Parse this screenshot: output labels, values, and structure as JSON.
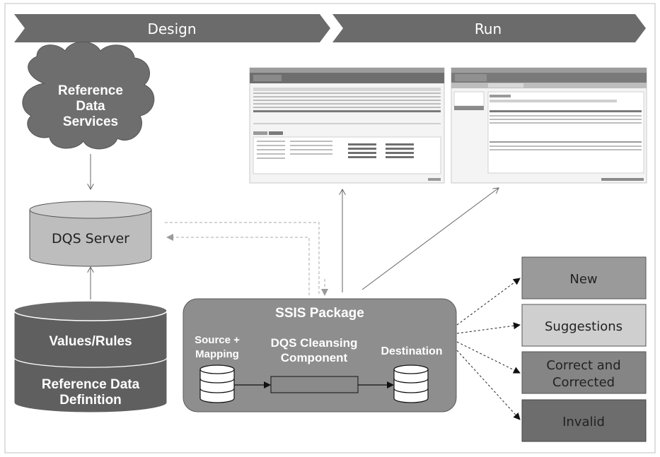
{
  "header": {
    "design_label": "Design",
    "run_label": "Run"
  },
  "cloud": {
    "line1": "Reference",
    "line2": "Data",
    "line3": "Services"
  },
  "dqs_server": {
    "label": "DQS Server"
  },
  "kb": {
    "values_label": "Values/Rules",
    "ref_line1": "Reference Data",
    "ref_line2": "Definition"
  },
  "ssis": {
    "title": "SSIS Package",
    "source_line1": "Source +",
    "source_line2": "Mapping",
    "component_line1": "DQS Cleansing",
    "component_line2": "Component",
    "destination": "Destination"
  },
  "outputs": {
    "new": "New",
    "suggestions": "Suggestions",
    "correct_line1": "Correct and",
    "correct_line2": "Corrected",
    "invalid": "Invalid"
  },
  "colors": {
    "chevron": "#6b6b6b",
    "cloud": "#6e6e6e",
    "dqs_server": "#bdbdbd",
    "kb_cylinder": "#5f5f5f",
    "ssis_box": "#8e8e8e",
    "new_box": "#9a9a9a",
    "suggestions_box": "#cfcfcf",
    "correct_box": "#858585",
    "invalid_box": "#6d6d6d"
  }
}
